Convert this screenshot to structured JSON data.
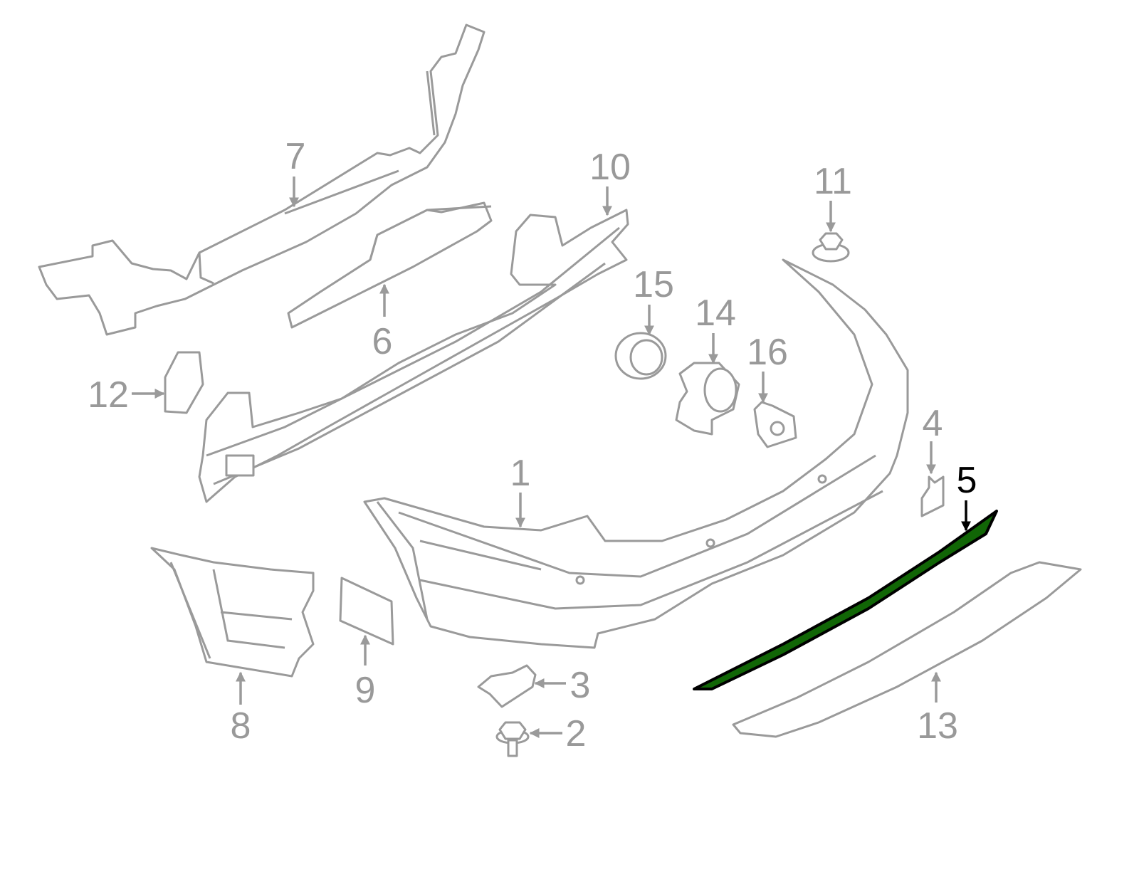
{
  "diagram": {
    "title": "Rear bumper assembly exploded parts diagram",
    "highlight_color": "#116606",
    "line_color": "#9a9a9a",
    "selected_part": "5",
    "callouts": [
      {
        "id": "1",
        "label": "1"
      },
      {
        "id": "2",
        "label": "2"
      },
      {
        "id": "3",
        "label": "3"
      },
      {
        "id": "4",
        "label": "4"
      },
      {
        "id": "5",
        "label": "5"
      },
      {
        "id": "6",
        "label": "6"
      },
      {
        "id": "7",
        "label": "7"
      },
      {
        "id": "8",
        "label": "8"
      },
      {
        "id": "9",
        "label": "9"
      },
      {
        "id": "10",
        "label": "10"
      },
      {
        "id": "11",
        "label": "11"
      },
      {
        "id": "12",
        "label": "12"
      },
      {
        "id": "13",
        "label": "13"
      },
      {
        "id": "14",
        "label": "14"
      },
      {
        "id": "15",
        "label": "15"
      },
      {
        "id": "16",
        "label": "16"
      }
    ]
  }
}
